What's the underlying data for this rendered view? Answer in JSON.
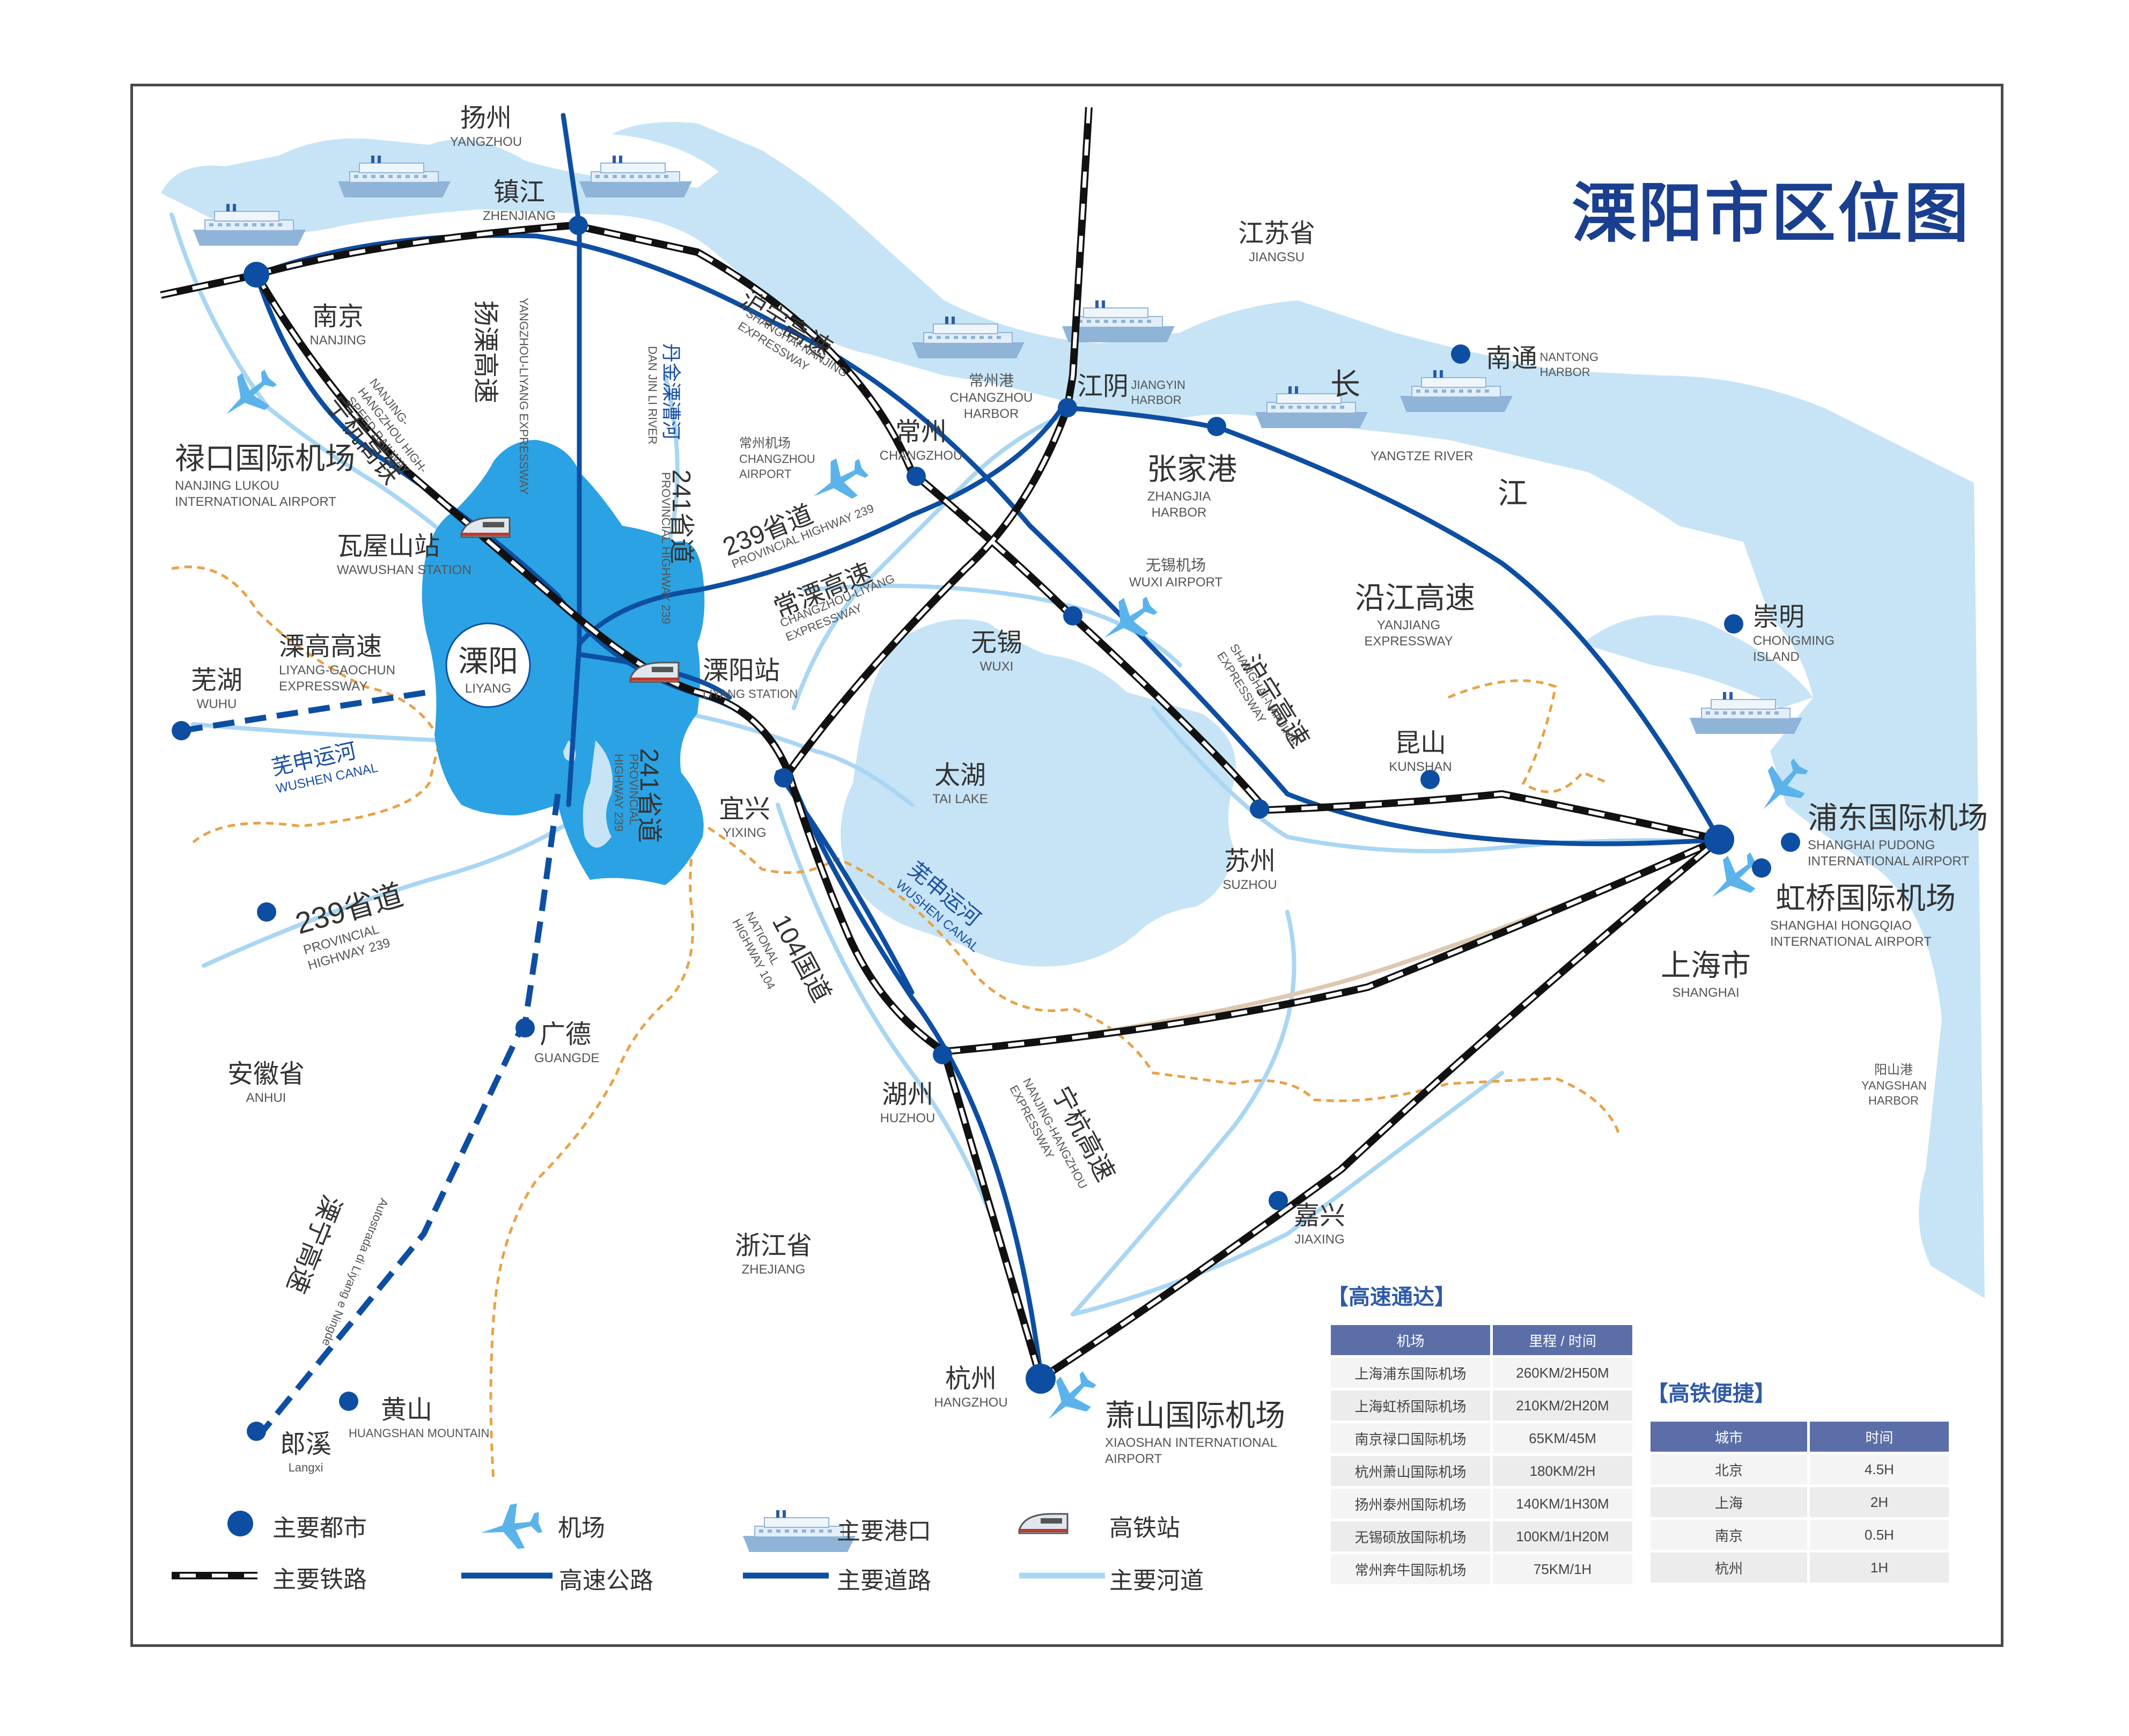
{
  "title": "溧阳市区位图",
  "colors": {
    "water": "#c6e4f6",
    "river": "#a9d6f3",
    "city_region": "#2ba2e3",
    "expressway": "#0d4ea2",
    "railway": "#111111",
    "province_border": "#e8a248",
    "accent_title": "#1b3f8f"
  },
  "places": {
    "yangzhou": {
      "cn": "扬州",
      "en": "YANGZHOU"
    },
    "zhenjiang": {
      "cn": "镇江",
      "en": "ZHENJIANG"
    },
    "nanjing": {
      "cn": "南京",
      "en": "NANJING"
    },
    "jiangsu": {
      "cn": "江苏省",
      "en": "JIANGSU"
    },
    "nantong": {
      "cn": "南通",
      "en": "NANTONG HARBOR"
    },
    "jiangyin": {
      "cn": "江阴",
      "en": "JIANGYIN HARBOR"
    },
    "changzhou_harbor": {
      "cn": "常州港",
      "en": "CHANGZHOU HARBOR"
    },
    "changzhou": {
      "cn": "常州",
      "en": "CHANGZHOU"
    },
    "changzhou_airport": {
      "cn": "常州机场",
      "en": "CHANGZHOU AIRPORT"
    },
    "zhangjiagang": {
      "cn": "张家港",
      "en": "ZHANGJIA HARBOR"
    },
    "yangtze": {
      "cn1": "长",
      "cn2": "江",
      "en": "YANGTZE RIVER"
    },
    "lukou": {
      "cn": "禄口国际机场",
      "en": "NANJING LUKOU INTERNATIONAL AIRPORT"
    },
    "wawushan": {
      "cn": "瓦屋山站",
      "en": "WAWUSHAN STATION"
    },
    "liyang": {
      "cn": "溧阳",
      "en": "LIYANG"
    },
    "liyang_station": {
      "cn": "溧阳站",
      "en": "LIYANG STATION"
    },
    "wuhu": {
      "cn": "芜湖",
      "en": "WUHU"
    },
    "wuxi_airport": {
      "cn": "无锡机场",
      "en": "WUXI AIRPORT"
    },
    "wuxi": {
      "cn": "无锡",
      "en": "WUXI"
    },
    "chongming": {
      "cn": "崇明",
      "en": "CHONGMING ISLAND"
    },
    "kunshan": {
      "cn": "昆山",
      "en": "KUNSHAN"
    },
    "suzhou": {
      "cn": "苏州",
      "en": "SUZHOU"
    },
    "taihu": {
      "cn": "太湖",
      "en": "TAI LAKE"
    },
    "yixing": {
      "cn": "宜兴",
      "en": "YIXING"
    },
    "pudong": {
      "cn": "浦东国际机场",
      "en": "SHANGHAI PUDONG INTERNATIONAL AIRPORT"
    },
    "hongqiao": {
      "cn": "虹桥国际机场",
      "en": "SHANGHAI HONGQIAO INTERNATIONAL AIRPORT"
    },
    "shanghai": {
      "cn": "上海市",
      "en": "SHANGHAI"
    },
    "yangshan": {
      "cn": "阳山港",
      "en": "YANGSHAN HARBOR"
    },
    "guangde": {
      "cn": "广德",
      "en": "GUANGDE"
    },
    "anhui": {
      "cn": "安徽省",
      "en": "ANHUI"
    },
    "huzhou": {
      "cn": "湖州",
      "en": "HUZHOU"
    },
    "jiaxing": {
      "cn": "嘉兴",
      "en": "JIAXING"
    },
    "zhejiang": {
      "cn": "浙江省",
      "en": "ZHEJIANG"
    },
    "hangzhou": {
      "cn": "杭州",
      "en": "HANGZHOU"
    },
    "xiaoshan": {
      "cn": "萧山国际机场",
      "en": "XIAOSHAN INTERNATIONAL AIRPORT"
    },
    "huangshan": {
      "cn": "黄山",
      "en": "HUANGSHAN MOUNTAIN"
    },
    "langxi": {
      "cn": "郎溪",
      "en": "Langxi"
    }
  },
  "routes": {
    "yangli": {
      "cn": "扬溧高速",
      "en": "YANGZHOU-LIYANG EXPRESSWAY"
    },
    "danjin": {
      "cn": "丹金溧漕河",
      "en": "DAN JIN LI RIVER"
    },
    "huning_north": {
      "cn": "沪宁高速",
      "en": "SHANGHAI-NANJING EXPRESSWAY"
    },
    "ninghang_rail": {
      "cn": "宁杭高铁",
      "en": "NANJING-HANGZHOU HIGH-SPEED RAILWAY"
    },
    "s241_north": {
      "cn": "241省道",
      "en": "PROVINCIAL HIGHWAY 239"
    },
    "s239_north": {
      "cn": "239省道",
      "en": "PROVINCIAL HIGHWAY 239"
    },
    "changli": {
      "cn": "常溧高速",
      "en": "CHANGZHOU-LIYANG EXPRESSWAY"
    },
    "ligao": {
      "cn": "溧高高速",
      "en": "LIYANG-GAOCHUN EXPRESSWAY"
    },
    "wushen": {
      "cn": "芜申运河",
      "en": "WUSHEN CANAL"
    },
    "s241_south": {
      "cn": "241省道",
      "en": "PROVINCIAL HIGHWAY 239"
    },
    "huning_east": {
      "cn": "沪宁高速",
      "en": "SHANGHAI-NANJING EXPRESSWAY"
    },
    "yanjiang": {
      "cn": "沿江高速",
      "en": "YANJIANG EXPRESSWAY"
    },
    "s239_south": {
      "cn": "239省道",
      "en": "PROVINCIAL HIGHWAY 239"
    },
    "g104": {
      "cn": "104国道",
      "en": "NATIONAL HIGHWAY 104"
    },
    "wushen_lake": {
      "cn": "芜申运河",
      "en": "WUSHEN CANAL"
    },
    "ninghang_exp": {
      "cn": "宁杭高速",
      "en": "NANJING-HANGZHOU EXPRESSWAY"
    },
    "liyang_ningde": {
      "cn": "溧宁高速",
      "en": "Autostrada di Liyang e Ningde"
    }
  },
  "expressway_table": {
    "heading": "【高速通达】",
    "headers": [
      "机场",
      "里程 / 时间"
    ],
    "rows": [
      [
        "上海浦东国际机场",
        "260KM/2H50M"
      ],
      [
        "上海虹桥国际机场",
        "210KM/2H20M"
      ],
      [
        "南京禄口国际机场",
        "65KM/45M"
      ],
      [
        "杭州萧山国际机场",
        "180KM/2H"
      ],
      [
        "扬州泰州国际机场",
        "140KM/1H30M"
      ],
      [
        "无锡硕放国际机场",
        "100KM/1H20M"
      ],
      [
        "常州奔牛国际机场",
        "75KM/1H"
      ]
    ]
  },
  "hsr_table": {
    "heading": "【高铁便捷】",
    "headers": [
      "城市",
      "时间"
    ],
    "rows": [
      [
        "北京",
        "4.5H"
      ],
      [
        "上海",
        "2H"
      ],
      [
        "南京",
        "0.5H"
      ],
      [
        "杭州",
        "1H"
      ]
    ]
  },
  "legend": {
    "city": "主要都市",
    "airport": "机场",
    "port": "主要港口",
    "hsr_station": "高铁站",
    "railway": "主要铁路",
    "expressway": "高速公路",
    "main_road": "主要道路",
    "waterway": "主要河道"
  }
}
